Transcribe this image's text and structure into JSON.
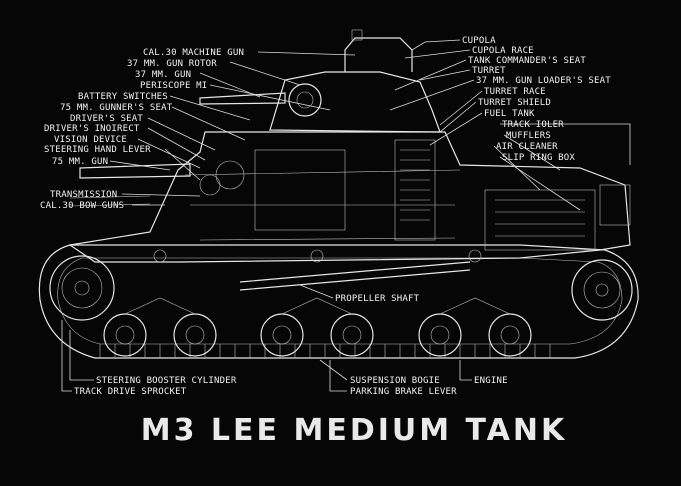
{
  "title": "M3 LEE MEDIUM TANK",
  "labels_left": [
    "CAL.30 MACHINE GUN",
    "37 MM. GUN ROTOR",
    "37 MM. GUN",
    "PERISCOPE MI",
    "BATTERY SWITCHES",
    "75 MM. GUNNER'S SEAT",
    "DRIVER'S SEAT",
    "DRIVER'S INOIRECT",
    "VISION DEVICE",
    "STEERING HAND LEVER",
    "75 MM. GUN",
    "TRANSMISSION",
    "CAL.30 BOW GUNS"
  ],
  "labels_right": [
    "CUPOLA",
    "CUPOLA RACE",
    "TANK COMMANDER'S SEAT",
    "TURRET",
    "37 MM. GUN LOADER'S SEAT",
    "TURRET RACE",
    "TURRET SHIELD",
    "FUEL TANK",
    "TRACK IOLER",
    "MUFFLERS",
    "AIR CLEANER",
    "SLIP RING BOX"
  ],
  "labels_center": [
    "PROPELLER SHAFT"
  ],
  "labels_bottom": [
    "STEERING BOOSTER CYLINDER",
    "TRACK DRIVE SPROCKET",
    "SUSPENSION BOGIE",
    "PARKING BRAKE LEVER",
    "ENGINE"
  ]
}
